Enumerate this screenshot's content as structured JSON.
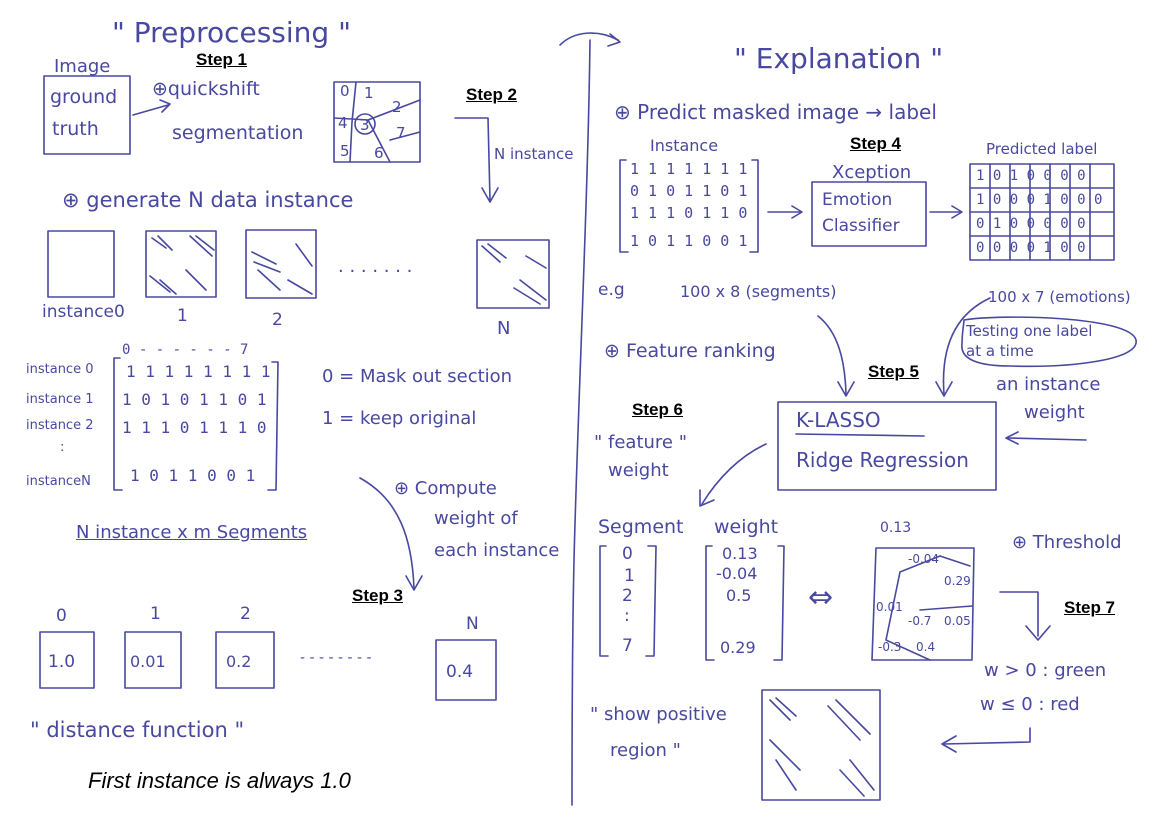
{
  "preprocessing": {
    "title": "\" Preprocessing \"",
    "step1": "Step 1",
    "step2": "Step 2",
    "step3": "Step 3",
    "input_lines": [
      "Image",
      "ground",
      "truth"
    ],
    "quickshift": "⊕quickshift",
    "segmentation": "segmentation",
    "segments": [
      "0",
      "1",
      "2",
      "4",
      "3",
      "7",
      "5",
      "6"
    ],
    "n_instance": "N instance",
    "generate": "⊕ generate N data instance",
    "instance_labels": [
      "instance0",
      "1",
      "2",
      "N"
    ],
    "dots": ". . . . . . .",
    "matrix": {
      "col_header": "0 - - - - - - 7",
      "row_labels": [
        "instance 0",
        "instance 1",
        "instance 2",
        ":",
        "instanceN"
      ],
      "rows": [
        "1 1 1 1 1 1 1 1",
        "1 0 1 0 1 1 0 1",
        "1 1 1 0 1 1 1 0",
        "",
        "1 0 1 1 0 0 1"
      ]
    },
    "legend_0": "0 = Mask out section",
    "legend_1": "1 = keep original",
    "n_by_m": "N instance x m Segments",
    "compute": [
      "⊕ Compute",
      "weight of",
      "each instance"
    ],
    "distance_labels": [
      "0",
      "1",
      "2",
      "N"
    ],
    "distance_values": [
      "1.0",
      "0.01",
      "0.2",
      "0.4"
    ],
    "distance_dots": "- - - - - - - -",
    "distance_function": "\" distance function \"",
    "caption": "First instance is always 1.0"
  },
  "explanation": {
    "title": "\" Explanation \"",
    "predict": "⊕ Predict masked image → label",
    "instance_label": "Instance",
    "instance_rows": [
      "1 1 1 1 1 1 1",
      "0 1 0 1 1 0 1",
      "1 1 1 0 1 1 0",
      "1 0 1 1 0 0 1"
    ],
    "step4": "Step 4",
    "step5": "Step 5",
    "step6": "Step 6",
    "step7": "Step 7",
    "classifier": [
      "Xception",
      "Emotion",
      "Classifier"
    ],
    "predicted_label": "Predicted label",
    "predicted_rows": [
      "1 0 1 0 0 0 0",
      "1 0 0 0 1 0 0 0",
      "0 1 0 0 0 0 0",
      "0 0 0 0 1 0 0"
    ],
    "eg": "e.g",
    "dims_segments": "100 x 8 (segments)",
    "dims_emotions": "100 x 7 (emotions)",
    "testing": [
      "Testing one label",
      "at a time"
    ],
    "instance_weight": [
      "an instance",
      "weight"
    ],
    "feature_ranking": "⊕ Feature ranking",
    "model": [
      "K-LASSO",
      "Ridge Regression"
    ],
    "feature_weight": [
      "\" feature \"",
      "weight"
    ],
    "segment_header": "Segment",
    "weight_header": "weight",
    "segment_ids": [
      "0",
      "1",
      "2",
      ":",
      "7"
    ],
    "weights": [
      "0.13",
      "-0.04",
      "0.5",
      "",
      "0.29"
    ],
    "equiv": "⇔",
    "map_top": "0.13",
    "map_values": [
      "-0.04",
      "0.29",
      "0.01",
      "-0.7",
      "0.05",
      "-0.3",
      "0.4"
    ],
    "threshold": "⊕ Threshold",
    "rule_green": "w > 0 : green",
    "rule_red": "w ≤ 0 : red",
    "show_positive": [
      "\" show positive",
      "region \""
    ]
  },
  "colors": {
    "ink": "#4848a0",
    "step_text": "#000000",
    "background": "#ffffff"
  }
}
